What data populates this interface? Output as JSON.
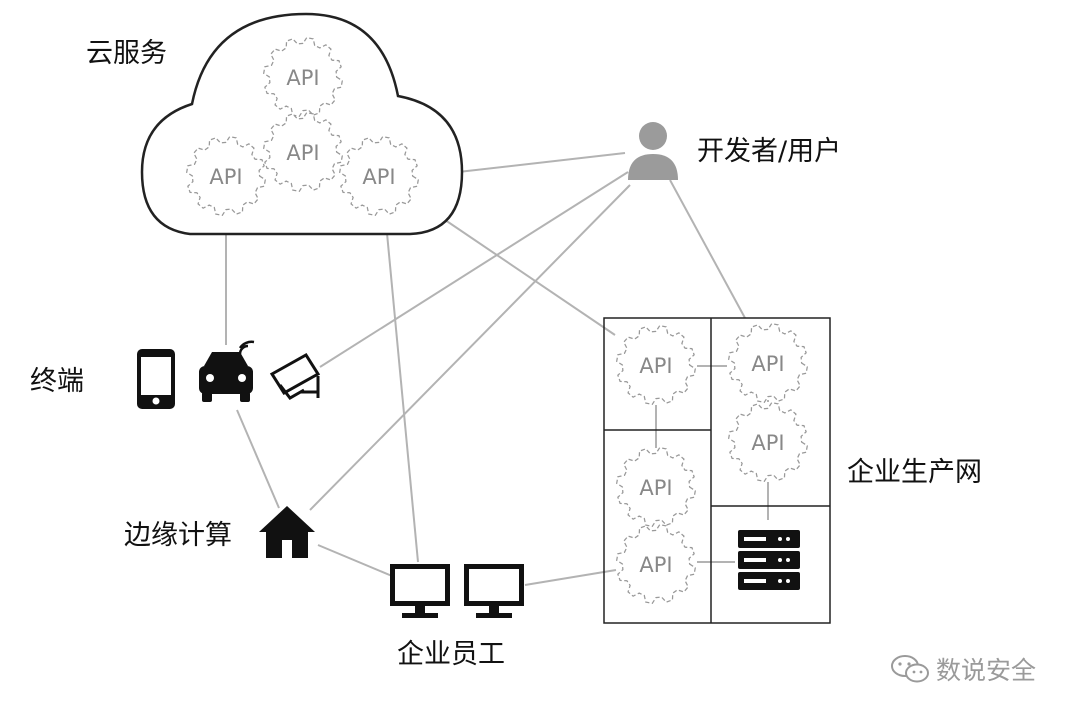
{
  "labels": {
    "cloud": "云服务",
    "developer": "开发者/用户",
    "terminal": "终端",
    "edge": "边缘计算",
    "employees": "企业员工",
    "enterprise_net": "企业生产网"
  },
  "api_label": "API",
  "watermark": "数说安全",
  "icons": [
    "phone-icon",
    "car-icon",
    "camera-icon",
    "house-icon",
    "monitor-icon",
    "server-icon",
    "user-icon",
    "wechat-icon"
  ],
  "colors": {
    "line": "#b3b3b3",
    "gear": "#999999",
    "icon": "#111111",
    "user": "#9b9b9b"
  }
}
